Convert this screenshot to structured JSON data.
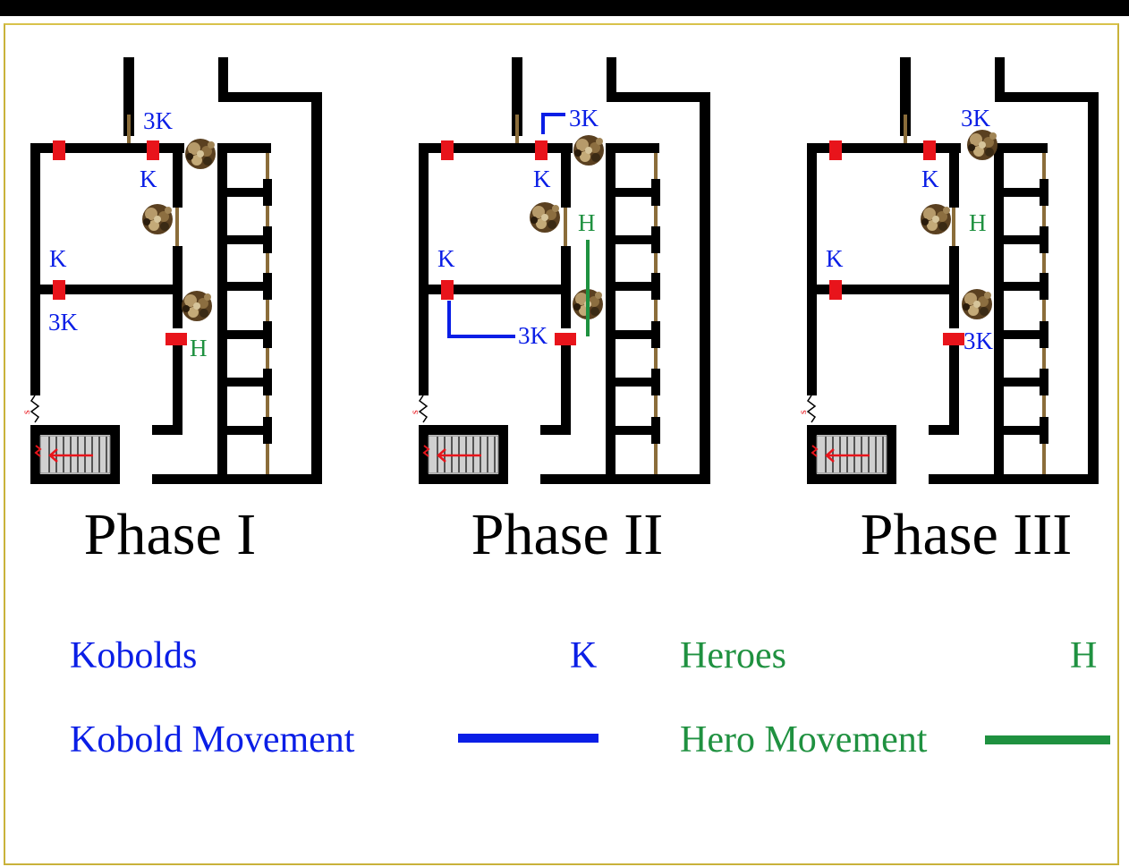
{
  "colors": {
    "kobold": "#0a1ee6",
    "hero": "#1f9140",
    "wall": "#000000",
    "door": "#8b6d3a",
    "marker": "#e8141b",
    "frame": "#c9b23a"
  },
  "icons": [
    "rubble-icon",
    "stairs-icon",
    "secret-door-icon",
    "arrow-left-icon"
  ],
  "phases": [
    {
      "title": "Phase I",
      "labels": {
        "top_3k": "3K",
        "top_k": "K",
        "left_k": "K",
        "left_3k": "3K",
        "hero": "H",
        "secret": "s"
      }
    },
    {
      "title": "Phase II",
      "labels": {
        "top_3k": "3K",
        "top_k": "K",
        "left_k": "K",
        "mid_3k": "3K",
        "hero": "H",
        "secret": "s"
      }
    },
    {
      "title": "Phase III",
      "labels": {
        "top_3k": "3K",
        "top_k": "K",
        "left_k": "K",
        "mid_3k": "3K",
        "hero": "H",
        "secret": "s"
      }
    }
  ],
  "legend": {
    "kobolds_label": "Kobolds",
    "kobolds_symbol": "K",
    "heroes_label": "Heroes",
    "heroes_symbol": "H",
    "kobold_movement_label": "Kobold Movement",
    "hero_movement_label": "Hero Movement"
  }
}
